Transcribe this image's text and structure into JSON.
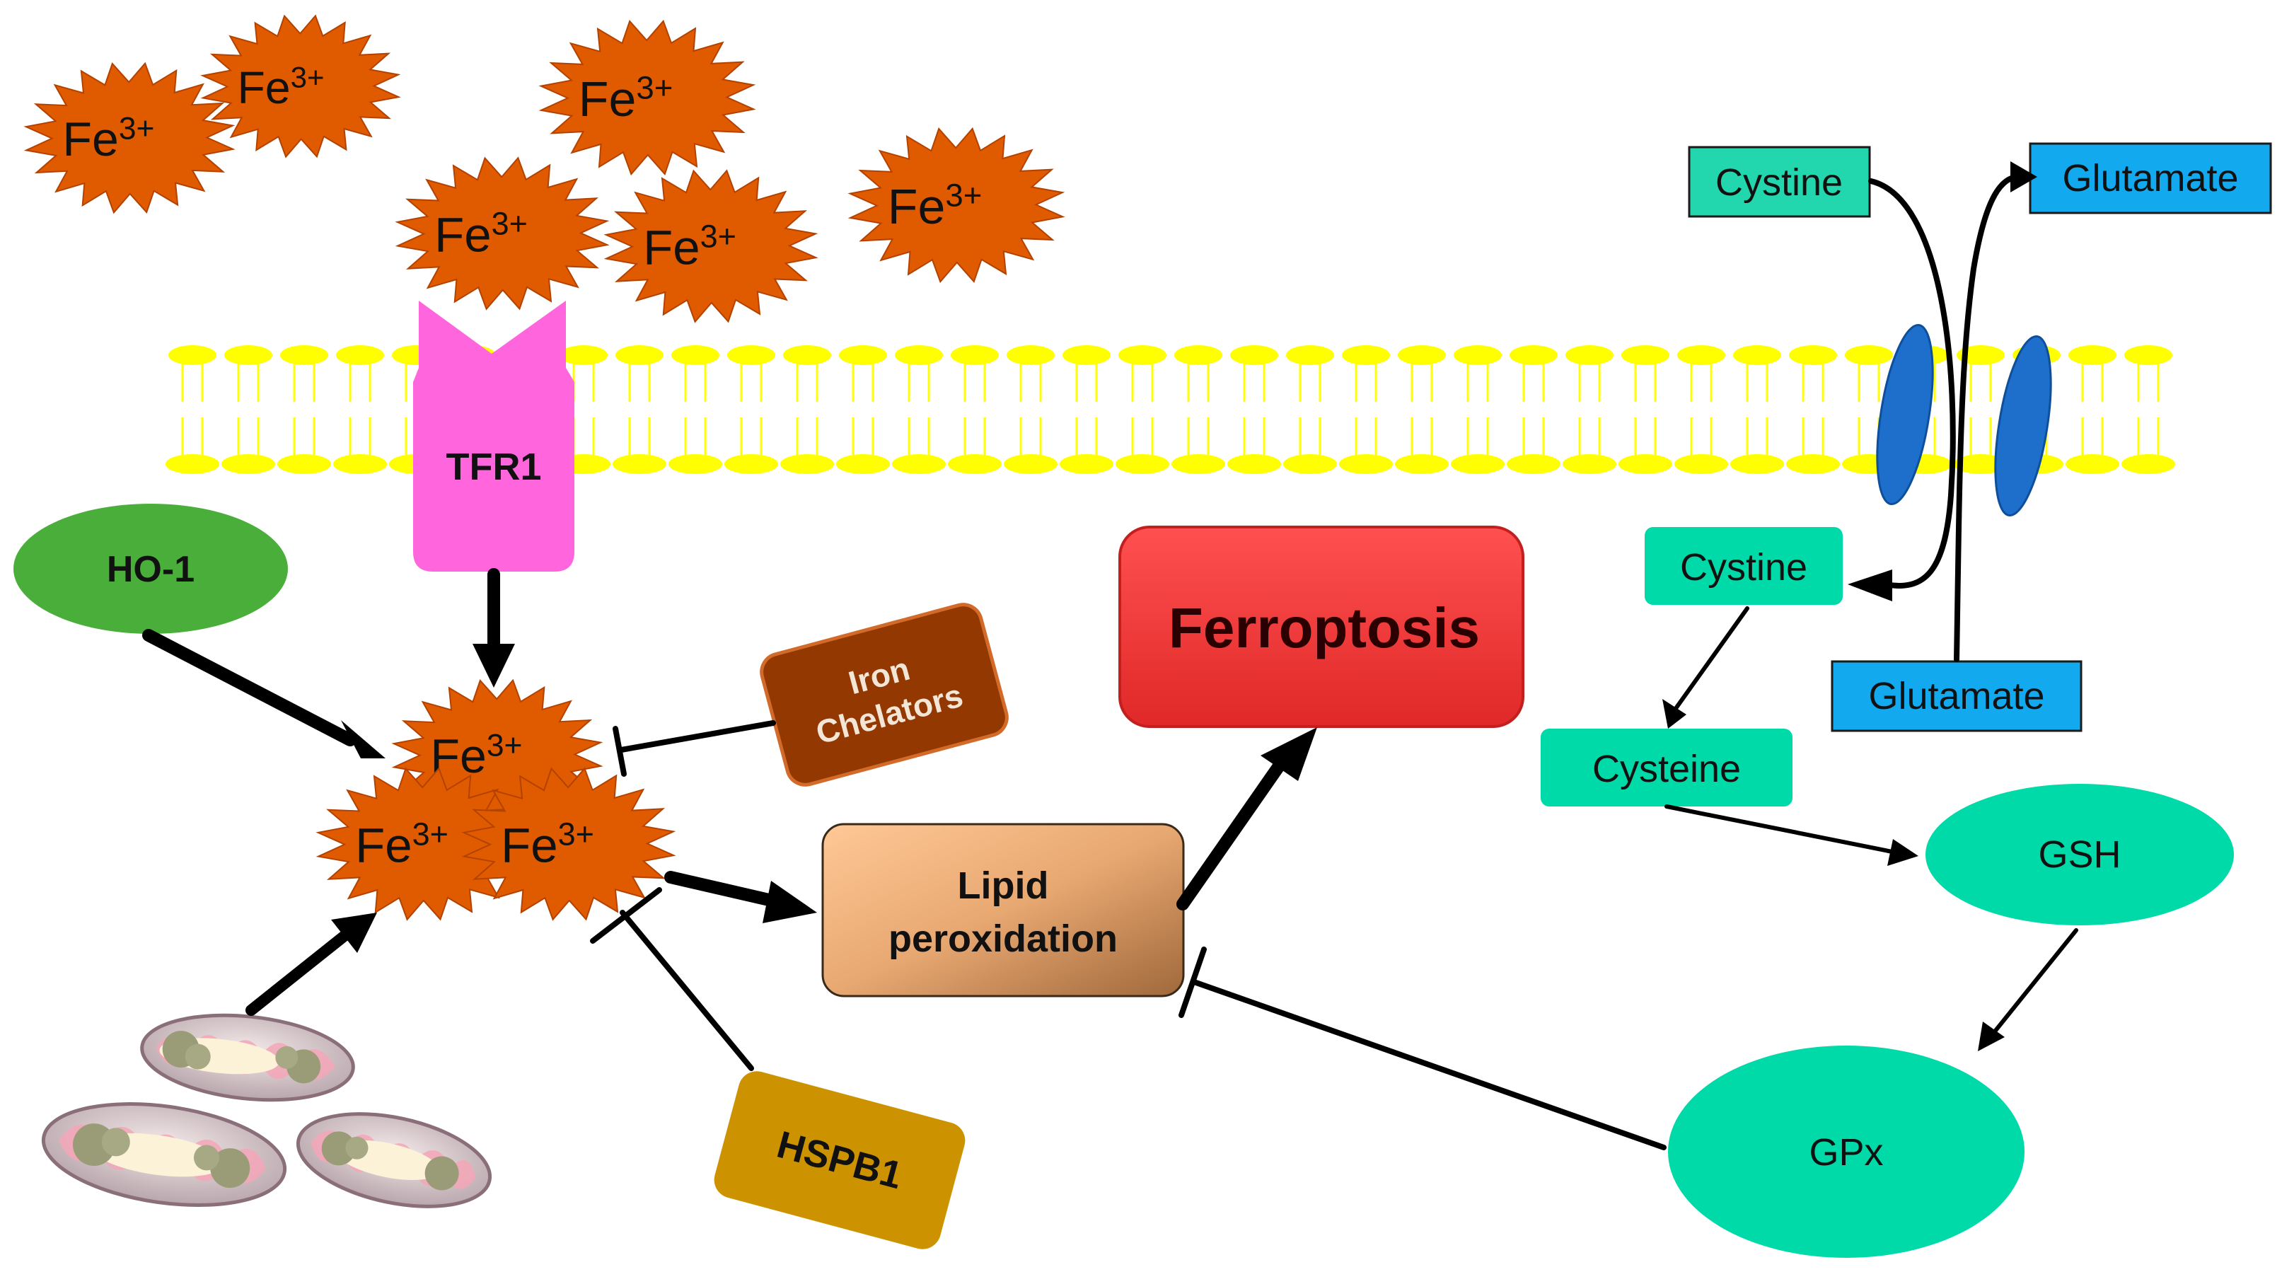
{
  "iron_ion": {
    "base": "Fe",
    "charge": "3+"
  },
  "receptor": "TFR1",
  "ho1": "HO-1",
  "chelators": {
    "line1": "Iron",
    "line2": "Chelators"
  },
  "hspb1": "HSPB1",
  "lipid_peroxidation": {
    "line1": "Lipid",
    "line2": "peroxidation"
  },
  "ferroptosis": "Ferroptosis",
  "system_xc": {
    "cystine_out": "Cystine",
    "glutamate_out": "Glutamate",
    "cystine_in": "Cystine",
    "glutamate_in": "Glutamate",
    "cysteine": "Cysteine",
    "gsh": "GSH",
    "gpx": "GPx"
  },
  "colors": {
    "iron": "#e05a00",
    "membrane": "#ffff00",
    "tfr1": "#ff66dd",
    "ho1": "#4aae3a",
    "chelators": "#933800",
    "hspb1": "#cc9200",
    "ferroptosis": "#f03030",
    "teal": "#00d9a8",
    "blue_box": "#12a9ef",
    "transporter": "#1d6fcb"
  }
}
